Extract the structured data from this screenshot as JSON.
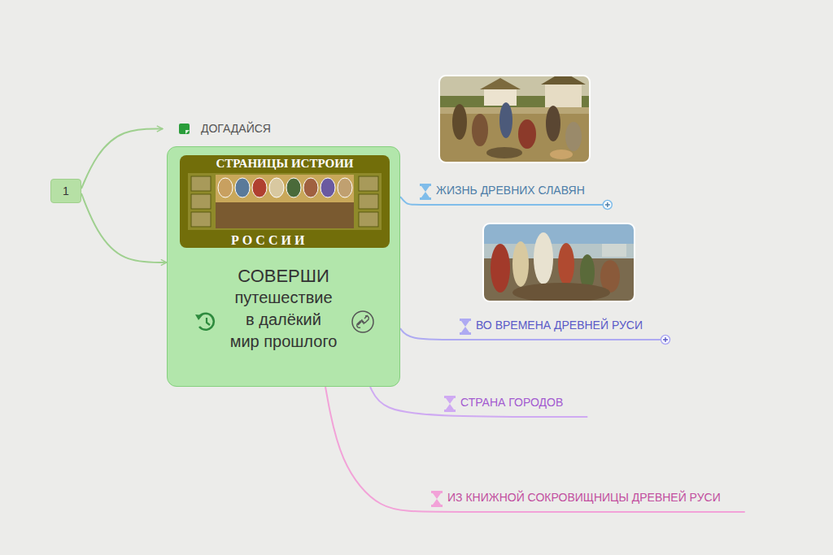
{
  "diagram": {
    "nodes": [
      {
        "text": [
          "СОВЕРШИ",
          "путешествие в далёкий мир прошлого"
        ]
      },
      {
        "text": [
          "СТРАНИЦЫ ИСТРОИИ",
          "РОССИИ"
        ],
        "in": 0
      },
      {
        "text": [
          "1"
        ]
      },
      {
        "text": [
          "ДОГАДАЙСЯ"
        ]
      },
      {
        "text": [
          "ЖИЗНЬ ДРЕВНИХ СЛАВЯН"
        ]
      },
      {
        "text": [
          "ВО ВРЕМЕНА ДРЕВНЕЙ РУСИ"
        ]
      },
      {
        "text": [
          "СТРАНА ГОРОДОВ"
        ]
      },
      {
        "text": [
          "ИЗ КНИЖНОЙ СОКРОВИЩНИЦЫ ДРЕВНЕЙ РУСИ"
        ]
      }
    ],
    "edges": [
      {
        "from": 2,
        "to": 3,
        "arrow": "to"
      },
      {
        "from": 2,
        "to": 0,
        "arrow": "to"
      },
      {
        "from": 0,
        "to": 4,
        "arrow": "none"
      },
      {
        "from": 0,
        "to": 5,
        "arrow": "none"
      },
      {
        "from": 0,
        "to": 6,
        "arrow": "none"
      },
      {
        "from": 0,
        "to": 7,
        "arrow": "none"
      }
    ]
  }
}
